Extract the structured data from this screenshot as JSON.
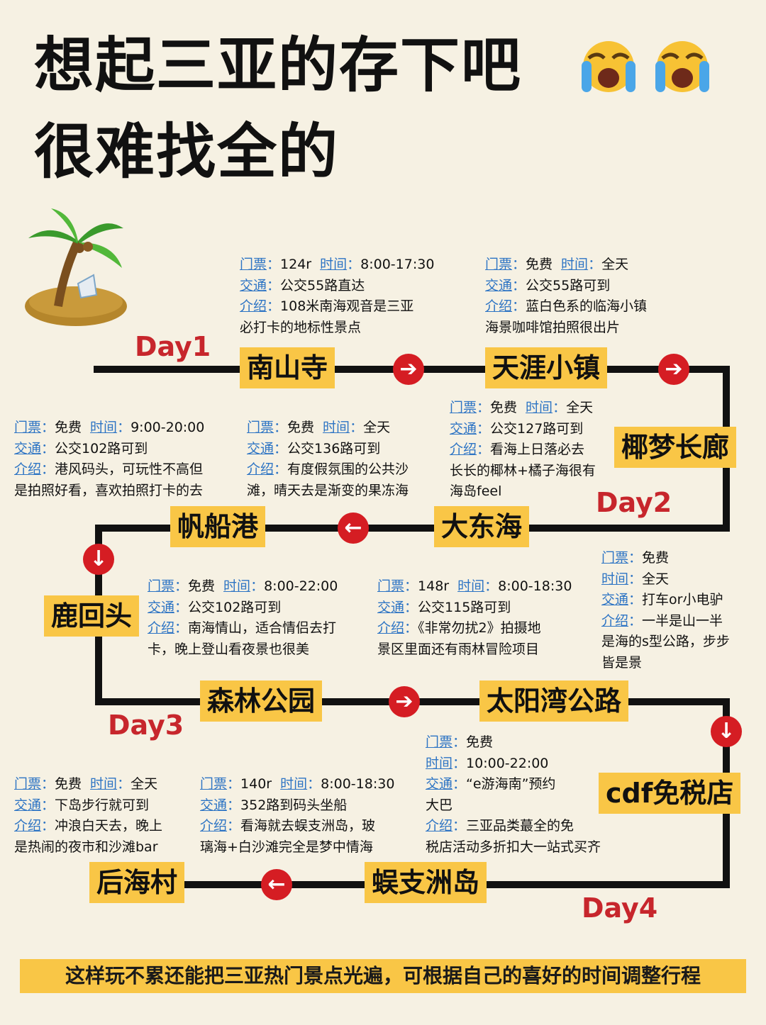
{
  "header": {
    "line1": "想起三亚的存下吧",
    "line2": "很难找全的",
    "emoji": "crying-face"
  },
  "labels": {
    "ticket": "门票",
    "time": "时间",
    "transport": "交通",
    "intro": "介绍"
  },
  "days": [
    "Day1",
    "Day2",
    "Day3",
    "Day4"
  ],
  "spots": [
    {
      "name": "南山寺",
      "ticket": "124r",
      "time": "8:00-17:30",
      "transport": "公交55路直达",
      "intro1": "108米南海观音是三亚",
      "intro2": "必打卡的地标性景点"
    },
    {
      "name": "天涯小镇",
      "ticket": "免费",
      "time": "全天",
      "transport": "公交55路可到",
      "intro1": "蓝白色系的临海小镇",
      "intro2": "海景咖啡馆拍照很出片"
    },
    {
      "name": "椰梦长廊",
      "ticket": "免费",
      "time": "全天",
      "transport": "公交127路可到",
      "intro1": "看海上日落必去",
      "intro2": "长长的椰林+橘子海很有",
      "intro3": "海岛feel"
    },
    {
      "name": "大东海",
      "ticket": "免费",
      "time": "全天",
      "transport": "公交136路可到",
      "intro1": "有度假氛围的公共沙",
      "intro2": "滩，晴天去是渐变的果冻海"
    },
    {
      "name": "帆船港",
      "ticket": "免费",
      "time": "9:00-20:00",
      "transport": "公交102路可到",
      "intro1": "港风码头，可玩性不高但",
      "intro2": "是拍照好看，喜欢拍照打卡的去"
    },
    {
      "name": "鹿回头",
      "ticket": "免费",
      "time": "8:00-22:00",
      "transport": "公交102路可到",
      "intro1": "南海情山，适合情侣去打",
      "intro2": "卡，晚上登山看夜景也很美"
    },
    {
      "name": "森林公园",
      "ticket": "148r",
      "time": "8:00-18:30",
      "transport": "公交115路可到",
      "intro1": "《非常勿扰2》拍摄地",
      "intro2": "景区里面还有雨林冒险项目"
    },
    {
      "name": "太阳湾公路",
      "ticket": "免费",
      "time": "全天",
      "transport": "打车or小电驴",
      "intro1": "一半是山一半",
      "intro2": "是海的s型公路，步步",
      "intro3": "皆是景"
    },
    {
      "name": "cdf免税店",
      "ticket": "免费",
      "time": "10:00-22:00",
      "transport": "“e游海南”预约",
      "transport2": "大巴",
      "intro1": "三亚品类蕞全的免",
      "intro2": "税店活动多折扣大一站式买齐"
    },
    {
      "name": "蜈支洲岛",
      "ticket": "140r",
      "time": "8:00-18:30",
      "transport": "352路到码头坐船",
      "intro1": "看海就去蜈支洲岛，玻",
      "intro2": "璃海+白沙滩完全是梦中情海"
    },
    {
      "name": "后海村",
      "ticket": "免费",
      "time": "全天",
      "transport": "下岛步行就可到",
      "intro1": "冲浪白天去，晚上",
      "intro2": "是热闹的夜市和沙滩bar"
    }
  ],
  "arrows": {
    "right": "➔",
    "left": "←",
    "down": "↓"
  },
  "footer": "这样玩不累还能把三亚热门景点光遍，可根据自己的喜好的时间调整行程",
  "colors": {
    "background": "#f6f1e3",
    "highlight": "#f9c646",
    "accent_red": "#d51d23",
    "link_blue": "#2d74c4"
  }
}
